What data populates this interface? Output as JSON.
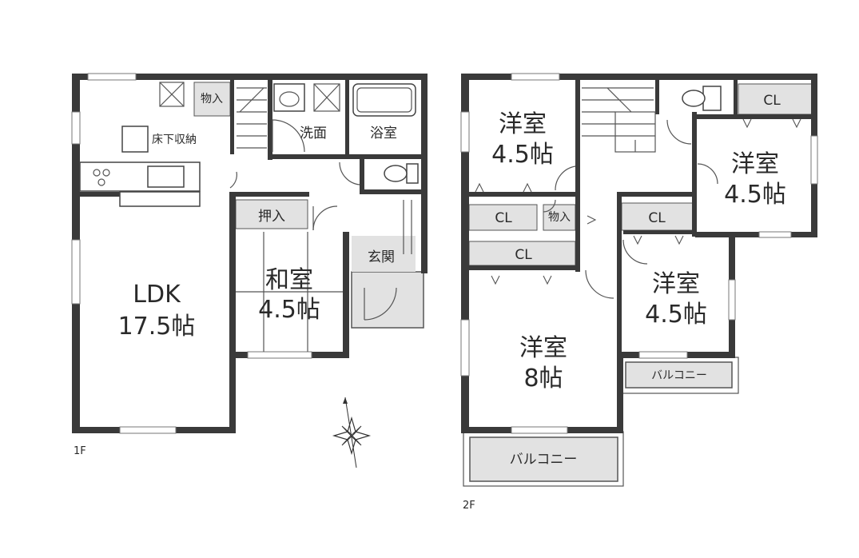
{
  "floor1": {
    "label": "1F",
    "rooms": {
      "ldk": {
        "name": "LDK",
        "size": "17.5帖"
      },
      "washitsu": {
        "name": "和室",
        "size": "4.5帖"
      },
      "oshiire": "押入",
      "monoire": "物入",
      "yukashita": "床下収納",
      "senmen": "洗面",
      "yokushitsu": "浴室",
      "genkan": "玄関"
    }
  },
  "floor2": {
    "label": "2F",
    "rooms": {
      "yoshitsu_nw": {
        "name": "洋室",
        "size": "4.5帖"
      },
      "yoshitsu_ne": {
        "name": "洋室",
        "size": "4.5帖"
      },
      "yoshitsu_e": {
        "name": "洋室",
        "size": "4.5帖"
      },
      "yoshitsu_main": {
        "name": "洋室",
        "size": "8帖"
      },
      "cl1": "CL",
      "cl2": "CL",
      "cl3": "CL",
      "cl4": "CL",
      "monoire": "物入",
      "balcony_s": "バルコニー",
      "balcony_e": "バルコニー"
    }
  },
  "icons": {
    "compass": "compass-rose-icon",
    "toilet": "toilet-icon",
    "bathtub": "bathtub-icon",
    "stove": "stove-icon",
    "stairs": "stairs-icon"
  }
}
